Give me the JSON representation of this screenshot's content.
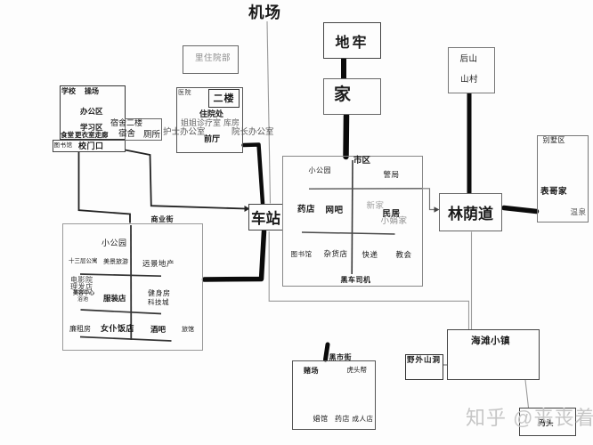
{
  "airport": {
    "label": "机场"
  },
  "dungeon": {
    "label": "地牢"
  },
  "home": {
    "label": "家"
  },
  "back_hill": {
    "label": "后山",
    "village": "山村"
  },
  "inner_inpatient": {
    "label": "里住院部"
  },
  "hospital": {
    "label": "医院",
    "second_floor": "二楼",
    "inpatient_office": "住院处",
    "sister_clinic": "姐姐诊疗室",
    "storeroom": "库房",
    "nurse_office": "护士办公室",
    "director_office": "院长办公室",
    "front_hall": "前厅"
  },
  "school": {
    "label": "学校",
    "playground": "操场",
    "office_area": "办公区",
    "study_area": "学习区",
    "canteen": "食堂",
    "locker_corridor": "更衣室走廊",
    "library": "图书馆",
    "gate": "校门口",
    "dorm_second_floor": "宿舍二楼",
    "dorm": "宿舍",
    "toilet": "厕所"
  },
  "station": {
    "label": "车站"
  },
  "downtown": {
    "label": "市区",
    "small_park": "小公园",
    "police": "警局",
    "pharmacy": "药店",
    "net_cafe": "网吧",
    "new_home": "新家",
    "residence": "民居",
    "xiaojuan_home": "小娟家",
    "library": "图书馆",
    "grocery": "杂货店",
    "express": "快递",
    "church": "教会",
    "black_taxi": "黑车司机"
  },
  "boulevard": {
    "label": "林荫道"
  },
  "villa": {
    "label": "别墅区",
    "cousin_home": "表哥家",
    "hot_spring": "温泉"
  },
  "commercial_street": {
    "label": "商业街",
    "small_park": "小公园",
    "apartment_13f": "十三层公寓",
    "scenic_travel": "美景旅游",
    "real_estate": "远景地产",
    "cinema": "电影院",
    "barber_shop": "理发店",
    "beauty_center": "美容中心",
    "bath_house": "浴池",
    "clothing_store": "服装店",
    "gym": "健身房",
    "tech_city": "科技城",
    "cheap_rental": "廉租房",
    "maid_restaurant": "女仆饭店",
    "bar": "酒吧",
    "hotel": "旅馆"
  },
  "black_market": {
    "label": "黑市街",
    "casino": "赌场",
    "gang": "虎头帮",
    "brothel": "娼馆",
    "pharmacy": "药店",
    "adult_store": "成人店"
  },
  "beach_town": {
    "label": "海滩小镇"
  },
  "wild_cave": {
    "label": "野外山洞"
  },
  "dock": {
    "label": "码头"
  },
  "watermark": {
    "text": "知乎 @丧丧着"
  },
  "colors": {
    "ink": "#1a1a1a",
    "gray_text": "#666666",
    "light_gray_text": "#a0a0a0",
    "thick_line": "#0b0b0b",
    "thin_line": "#999999",
    "watermark": "#c7c7c7"
  }
}
